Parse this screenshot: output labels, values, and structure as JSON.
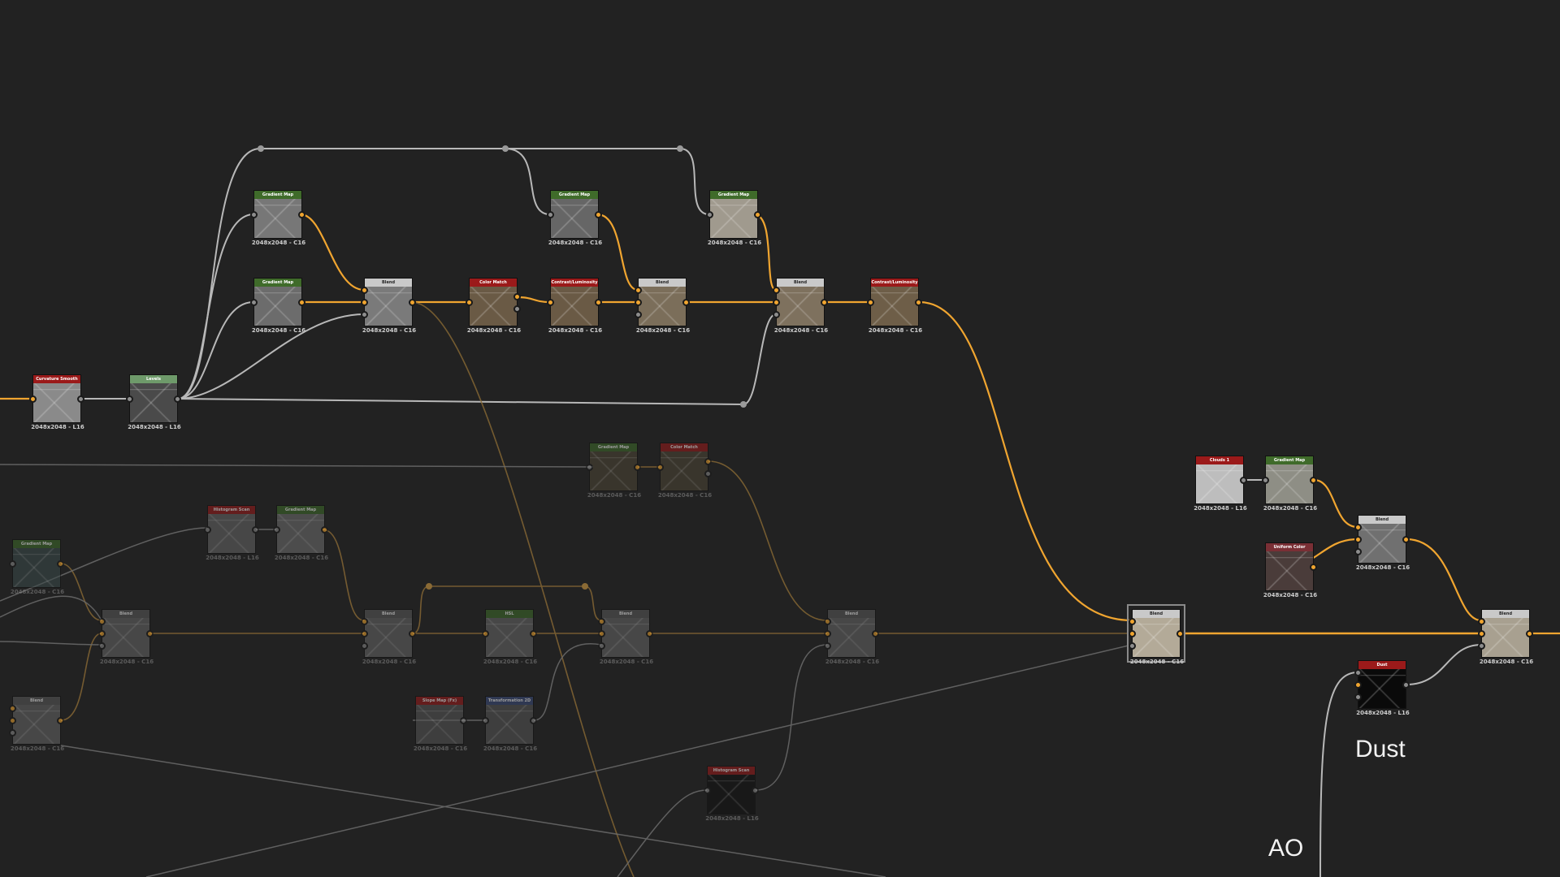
{
  "labels": {
    "dust": "Dust",
    "ao": "AO"
  },
  "colors": {
    "orange": "#f0a530",
    "gray_wire": "#b8b8b8",
    "background": "#222222"
  },
  "nodes": [
    {
      "id": "curv",
      "title": "Curvature Smooth",
      "res": "2048x2048 - L16",
      "hdr": "#9b1a1a",
      "thumb": "#8a8a8a"
    },
    {
      "id": "levels1",
      "title": "Levels",
      "res": "2048x2048 - L16",
      "hdr": "#6e9a6a",
      "thumb": "#4a4a4a"
    },
    {
      "id": "gm1",
      "title": "Gradient Map",
      "res": "2048x2048 - C16",
      "hdr": "#3f6b2a",
      "thumb": "#777"
    },
    {
      "id": "gm2",
      "title": "Gradient Map",
      "res": "2048x2048 - C16",
      "hdr": "#3f6b2a",
      "thumb": "#6c6c6c"
    },
    {
      "id": "blend1",
      "title": "Blend",
      "res": "2048x2048 - C16",
      "hdr": "#c9c9c9",
      "thumb": "#7a7a7a"
    },
    {
      "id": "cm1",
      "title": "Color Match",
      "res": "2048x2048 - C16",
      "hdr": "#9b1a1a",
      "thumb": "#6a5a45"
    },
    {
      "id": "cl1",
      "title": "Contrast/Luminosity",
      "res": "2048x2048 - C16",
      "hdr": "#9b1a1a",
      "thumb": "#6a5a45"
    },
    {
      "id": "gm3",
      "title": "Gradient Map",
      "res": "2048x2048 - C16",
      "hdr": "#3f6b2a",
      "thumb": "#666"
    },
    {
      "id": "blend2",
      "title": "Blend",
      "res": "2048x2048 - C16",
      "hdr": "#c9c9c9",
      "thumb": "#7b6e5a"
    },
    {
      "id": "gm4",
      "title": "Gradient Map",
      "res": "2048x2048 - C16",
      "hdr": "#3f6b2a",
      "thumb": "#a09a8e"
    },
    {
      "id": "blend3",
      "title": "Blend",
      "res": "2048x2048 - C16",
      "hdr": "#c9c9c9",
      "thumb": "#7e715e"
    },
    {
      "id": "cl2",
      "title": "Contrast/Luminosity",
      "res": "2048x2048 - C16",
      "hdr": "#9b1a1a",
      "thumb": "#6e5e48"
    },
    {
      "id": "gm5",
      "title": "Gradient Map",
      "res": "2048x2048 - C16",
      "hdr": "#3f6b2a",
      "thumb": "#4d4535",
      "dim": true
    },
    {
      "id": "cm2",
      "title": "Color Match",
      "res": "2048x2048 - C16",
      "hdr": "#9b1a1a",
      "thumb": "#4d4535",
      "dim": true
    },
    {
      "id": "hs1",
      "title": "Histogram Scan",
      "res": "2048x2048 - L16",
      "hdr": "#9b1a1a",
      "thumb": "#666",
      "dim": true
    },
    {
      "id": "gm6",
      "title": "Gradient Map",
      "res": "2048x2048 - C16",
      "hdr": "#3f6b2a",
      "thumb": "#707070",
      "dim": true
    },
    {
      "id": "gm7",
      "title": "Gradient Map",
      "res": "2048x2048 - C16",
      "hdr": "#3f6b2a",
      "thumb": "#3a4a4a",
      "dim": true
    },
    {
      "id": "blend4",
      "title": "Blend",
      "res": "2048x2048 - C16",
      "hdr": "#5a5a5a",
      "thumb": "#666",
      "dim": true
    },
    {
      "id": "blend5",
      "title": "Blend",
      "res": "2048x2048 - C16",
      "hdr": "#5a5a5a",
      "thumb": "#666",
      "dim": true
    },
    {
      "id": "hsl",
      "title": "HSL",
      "res": "2048x2048 - C16",
      "hdr": "#3f6b2a",
      "thumb": "#666",
      "dim": true
    },
    {
      "id": "blend6",
      "title": "Blend",
      "res": "2048x2048 - C16",
      "hdr": "#5a5a5a",
      "thumb": "#666",
      "dim": true
    },
    {
      "id": "blend7",
      "title": "Blend",
      "res": "2048x2048 - C16",
      "hdr": "#5a5a5a",
      "thumb": "#666",
      "dim": true
    },
    {
      "id": "blend8",
      "title": "Blend",
      "res": "2048x2048 - C16",
      "hdr": "#5a5a5a",
      "thumb": "#666",
      "dim": true
    },
    {
      "id": "smf",
      "title": "Slope Map (Fx)",
      "res": "2048x2048 - C16",
      "hdr": "#9b1a1a",
      "thumb": "#555",
      "dim": true
    },
    {
      "id": "tr2d",
      "title": "Transformation 2D",
      "res": "2048x2048 - C16",
      "hdr": "#3a4a7a",
      "thumb": "#555",
      "dim": true
    },
    {
      "id": "hs2",
      "title": "Histogram Scan",
      "res": "2048x2048 - L16",
      "hdr": "#9b1a1a",
      "thumb": "#111",
      "dim": true
    },
    {
      "id": "blendMain",
      "title": "Blend",
      "res": "2048x2048 - C16",
      "hdr": "#c9c9c9",
      "thumb": "#b3aa98",
      "selected": true
    },
    {
      "id": "clouds",
      "title": "Clouds 1",
      "res": "2048x2048 - L16",
      "hdr": "#9b1a1a",
      "thumb": "#bdbdbd"
    },
    {
      "id": "gm8",
      "title": "Gradient Map",
      "res": "2048x2048 - C16",
      "hdr": "#3f6b2a",
      "thumb": "#8e8e85"
    },
    {
      "id": "blend9",
      "title": "Blend",
      "res": "2048x2048 - C16",
      "hdr": "#c9c9c9",
      "thumb": "#707070"
    },
    {
      "id": "uc",
      "title": "Uniform Color",
      "res": "2048x2048 - C16",
      "hdr": "#7a2f35",
      "thumb": "#4a3c3a"
    },
    {
      "id": "blend10",
      "title": "Blend",
      "res": "2048x2048 - C16",
      "hdr": "#c9c9c9",
      "thumb": "#a8a090"
    },
    {
      "id": "dust",
      "title": "Dust",
      "res": "2048x2048 - L16",
      "hdr": "#9b1a1a",
      "thumb": "#0a0a0a"
    }
  ]
}
